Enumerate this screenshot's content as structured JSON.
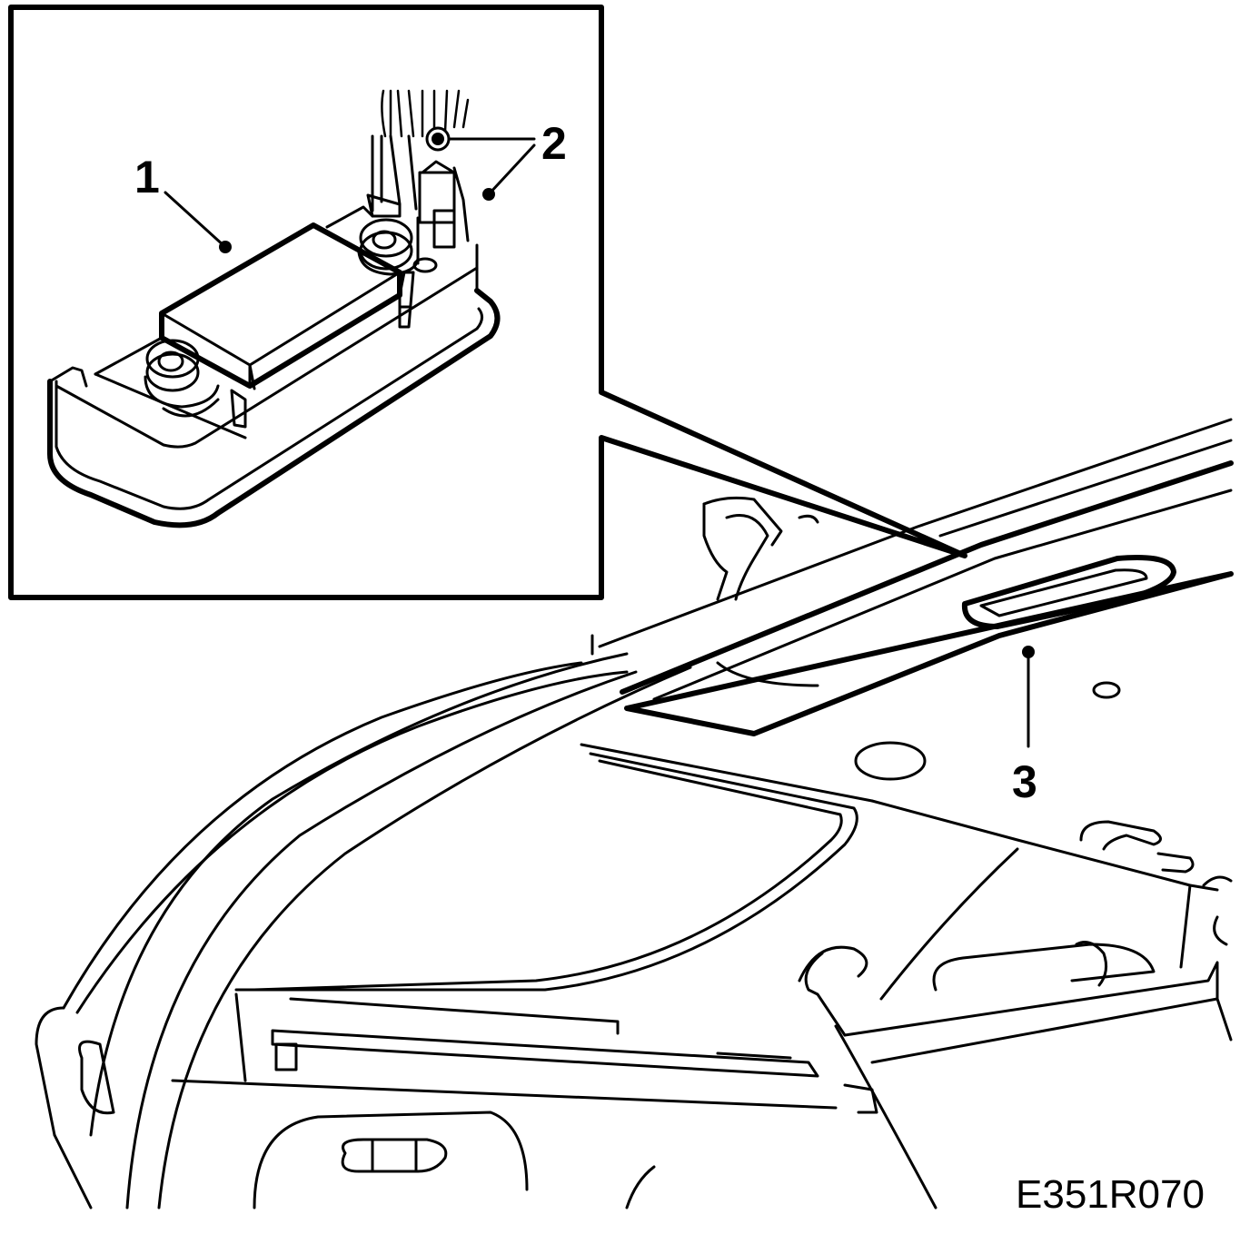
{
  "figure": {
    "callouts": [
      {
        "id": "1",
        "label": "1"
      },
      {
        "id": "2",
        "label": "2"
      },
      {
        "id": "3",
        "label": "3"
      }
    ],
    "drawing_code": "E351R070"
  }
}
